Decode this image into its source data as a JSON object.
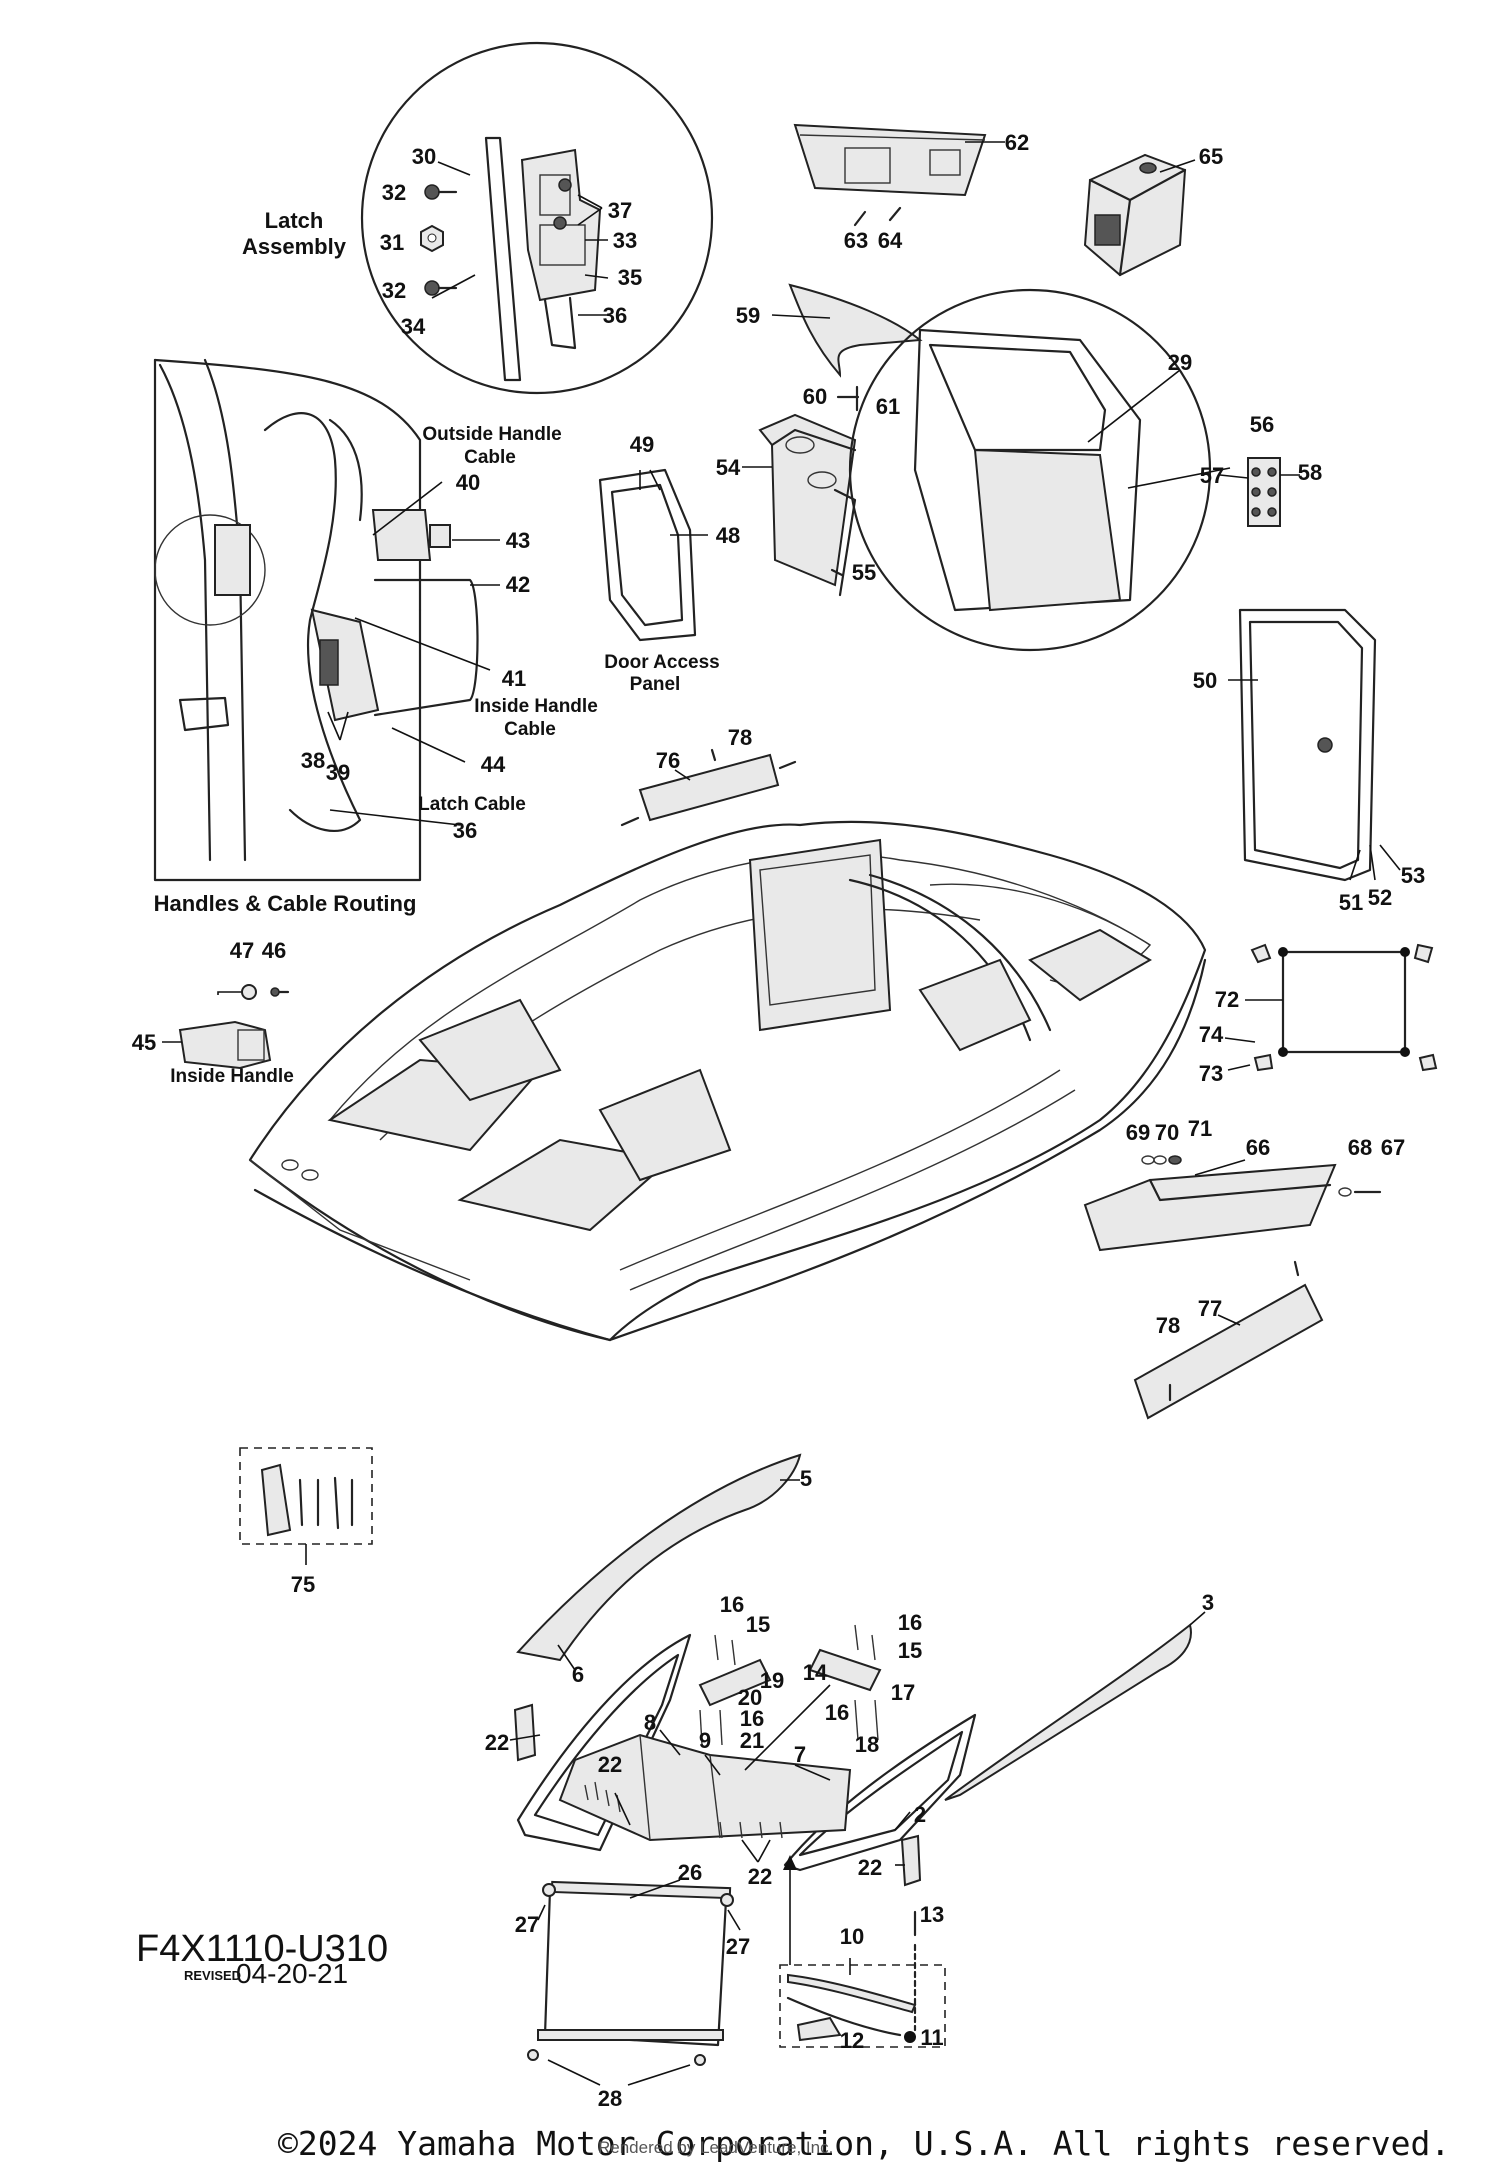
{
  "diagram": {
    "group_labels": {
      "latch_assembly_1": "Latch",
      "latch_assembly_2": "Assembly",
      "outside_handle_cable_1": "Outside Handle",
      "outside_handle_cable_2": "Cable",
      "inside_handle_cable_1": "Inside Handle",
      "inside_handle_cable_2": "Cable",
      "latch_cable": "Latch Cable",
      "handles_cable_routing": "Handles & Cable Routing",
      "door_access_panel_1": "Door Access",
      "door_access_panel_2": "Panel",
      "inside_handle": "Inside Handle"
    },
    "callouts": {
      "c2": "2",
      "c3": "3",
      "c5": "5",
      "c6": "6",
      "c7": "7",
      "c8": "8",
      "c9": "9",
      "c10": "10",
      "c11": "11",
      "c12": "12",
      "c13": "13",
      "c14": "14",
      "c15a": "15",
      "c15b": "15",
      "c16a": "16",
      "c16b": "16",
      "c16c": "16",
      "c16d": "16",
      "c17": "17",
      "c18": "18",
      "c19": "19",
      "c20": "20",
      "c21": "21",
      "c22a": "22",
      "c22b": "22",
      "c22c": "22",
      "c22d": "22",
      "c26": "26",
      "c27a": "27",
      "c27b": "27",
      "c28": "28",
      "c29": "29",
      "c30": "30",
      "c31": "31",
      "c32a": "32",
      "c32b": "32",
      "c33": "33",
      "c34": "34",
      "c35": "35",
      "c36a": "36",
      "c36b": "36",
      "c37": "37",
      "c38": "38",
      "c39": "39",
      "c40": "40",
      "c41": "41",
      "c42": "42",
      "c43": "43",
      "c44": "44",
      "c45": "45",
      "c46": "46",
      "c47": "47",
      "c48": "48",
      "c49": "49",
      "c50": "50",
      "c51": "51",
      "c52": "52",
      "c53": "53",
      "c54": "54",
      "c55": "55",
      "c56": "56",
      "c57": "57",
      "c58": "58",
      "c59": "59",
      "c60": "60",
      "c61": "61",
      "c62": "62",
      "c63": "63",
      "c64": "64",
      "c65": "65",
      "c66": "66",
      "c67": "67",
      "c68": "68",
      "c69": "69",
      "c70": "70",
      "c71": "71",
      "c72": "72",
      "c73": "73",
      "c74": "74",
      "c75": "75",
      "c76": "76",
      "c77": "77",
      "c78a": "78",
      "c78b": "78"
    }
  },
  "footer": {
    "code": "F4X1110-U310",
    "revised_label": "REVISED",
    "revised_date": "04-20-21",
    "copyright": "©2024 Yamaha Motor Corporation, U.S.A. All rights reserved.",
    "rendered_by": "Rendered by LeadVenture, Inc."
  }
}
